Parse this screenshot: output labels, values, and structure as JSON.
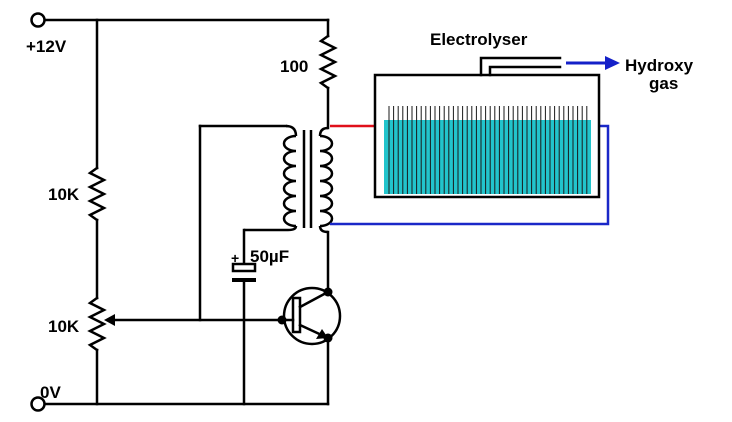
{
  "diagram": {
    "labels": {
      "supply_positive": "+12V",
      "supply_ground": "0V",
      "resistor_100": "100",
      "resistor_10k_fixed": "10K",
      "resistor_10k_pot": "10K",
      "capacitor": "50µF",
      "capacitor_polarity": "+",
      "electrolyser": "Electrolyser",
      "output_line1": "Hydroxy",
      "output_line2": "gas"
    },
    "colors": {
      "wire": "#000000",
      "positive_lead": "#e0101a",
      "negative_lead": "#1a28c8",
      "gas_arrow": "#1420c8",
      "electrolyte": "#22c4cc",
      "electrode_lines": "#1a1a1a"
    }
  }
}
